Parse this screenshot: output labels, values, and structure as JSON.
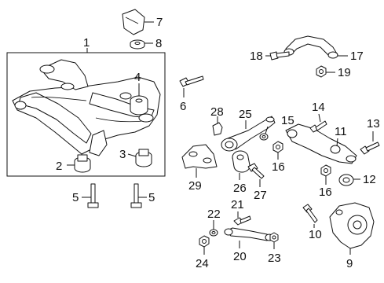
{
  "diagram": {
    "callouts": {
      "c1": "1",
      "c2": "2",
      "c3": "3",
      "c4": "4",
      "c5a": "5",
      "c5b": "5",
      "c6": "6",
      "c7": "7",
      "c8": "8",
      "c9": "9",
      "c10": "10",
      "c11": "11",
      "c12": "12",
      "c13": "13",
      "c14": "14",
      "c15": "15",
      "c16a": "16",
      "c16b": "16",
      "c17": "17",
      "c18": "18",
      "c19": "19",
      "c20": "20",
      "c21": "21",
      "c22": "22",
      "c23": "23",
      "c24": "24",
      "c25": "25",
      "c26": "26",
      "c27": "27",
      "c28": "28",
      "c29": "29"
    }
  }
}
